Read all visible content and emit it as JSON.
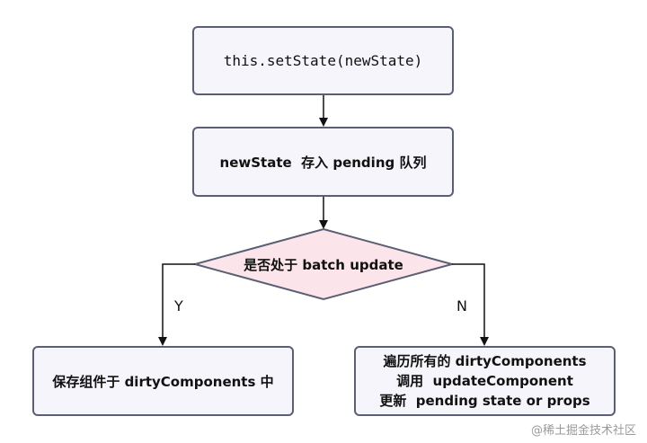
{
  "nodes": {
    "start": "this.setState(newState)",
    "queue": "newState  存入 pending 队列",
    "decision": "是否处于 batch update",
    "yes_action": "保存组件于 dirtyComponents 中",
    "no_action": [
      "遍历所有的 dirtyComponents",
      "调用  updateComponent",
      "更新  pending state or props"
    ]
  },
  "edge_labels": {
    "yes": "Y",
    "no": "N"
  },
  "watermark": "@稀土掘金技术社区",
  "colors": {
    "node_fill": "#f5f5fb",
    "decision_fill": "#fbe5ea",
    "stroke": "#5b5f73",
    "line": "#111111"
  }
}
